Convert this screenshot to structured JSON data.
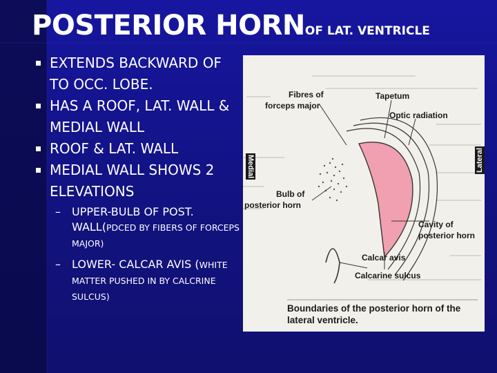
{
  "slide": {
    "title_main": "POSTERIOR HORN",
    "title_suffix": "OF LAT. VENTRICLE",
    "bullets": [
      "EXTENDS BACKWARD OF TO OCC. LOBE.",
      "HAS A ROOF, LAT. WALL & MEDIAL WALL",
      "ROOF & LAT. WALL",
      "MEDIAL WALL SHOWS 2 ELEVATIONS"
    ],
    "subbullets": [
      {
        "dash": "–",
        "main": "UPPER-BULB OF POST. WALL(",
        "tail": "PDCED BY FIBERS OF FORCEPS MAJOR)"
      },
      {
        "dash": "–",
        "main": "LOWER- CALCAR AVIS (",
        "tail": "WHITE MATTER PUSHED IN BY CALCRINE SULCUS)"
      }
    ]
  },
  "figure": {
    "labels": {
      "fibres": "Fibres of",
      "forceps": "forceps major",
      "tapetum": "Tapetum",
      "optic": "Optic radiation",
      "bulb1": "Bulb of",
      "bulb2": "posterior horn",
      "cavity1": "Cavity of",
      "cavity2": "posterior horn",
      "calcar": "Calcar avis",
      "calcarine": "Calcarine sulcus",
      "medial": "Medial",
      "lateral": "Lateral"
    },
    "caption": "Boundaries of the posterior horn of the lateral ventricle.",
    "colors": {
      "cavity": "#f0a0b0",
      "paper": "#f2f0ea"
    }
  }
}
